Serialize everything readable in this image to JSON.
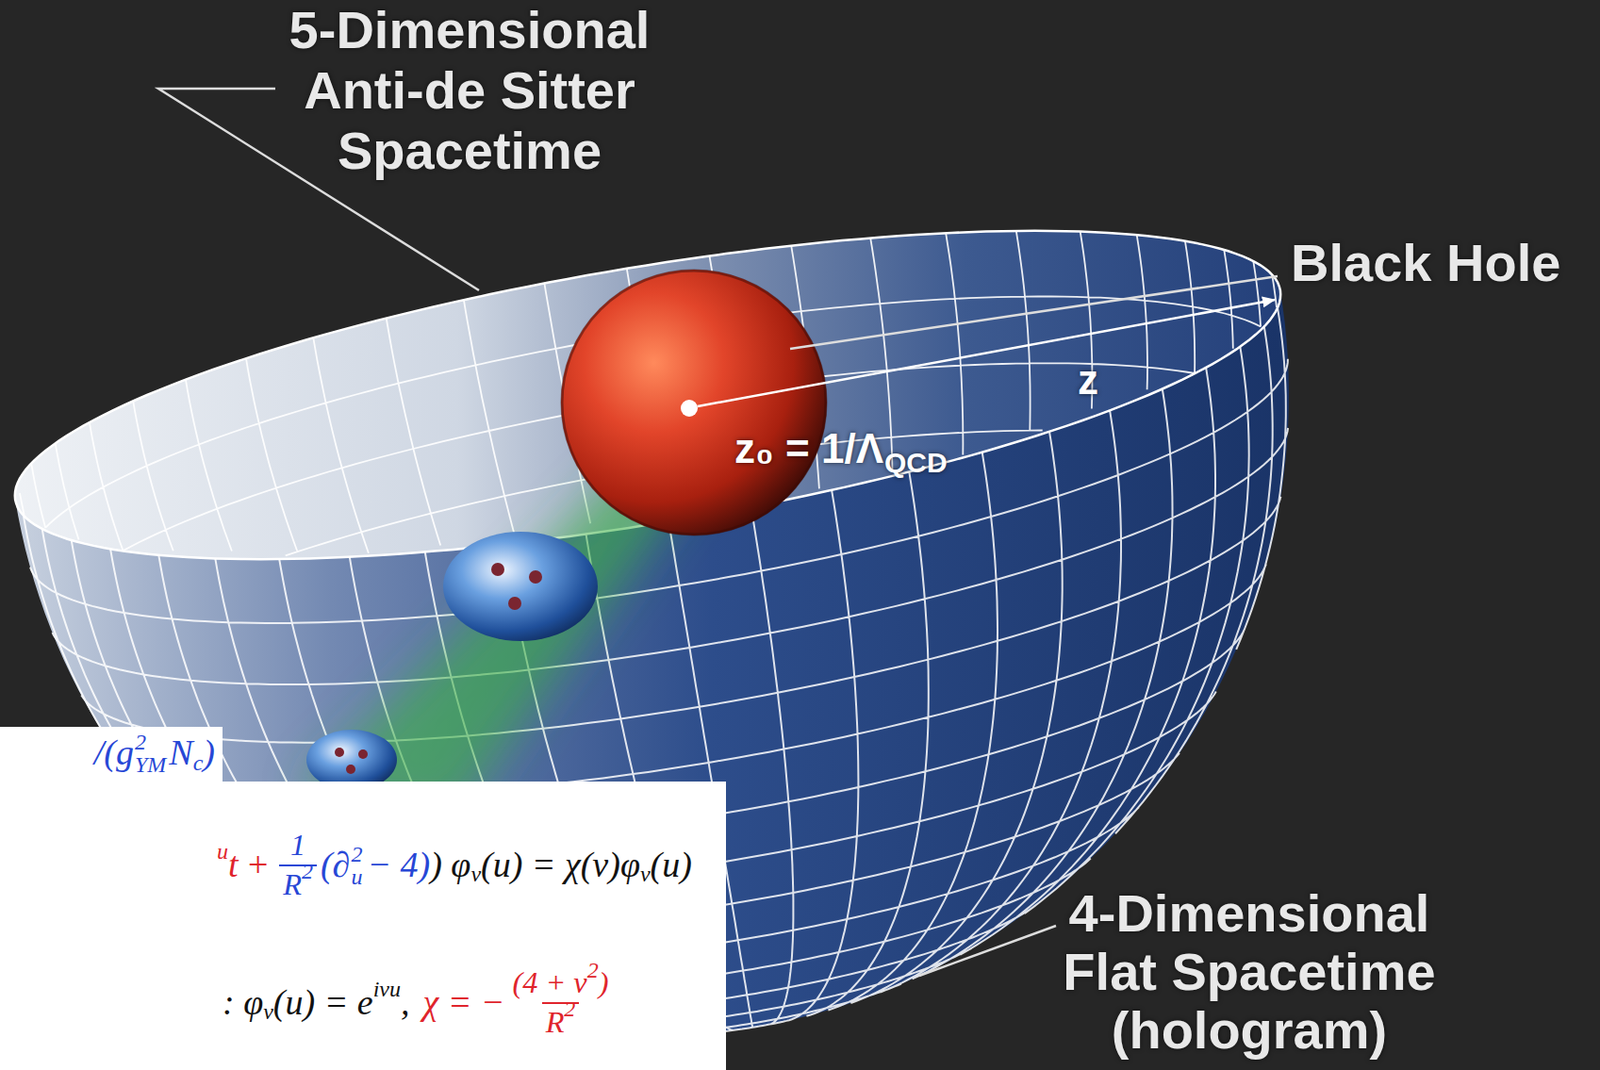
{
  "diagram": {
    "nodes": [
      {
        "text": [
          "/(g",
          "2",
          "YM",
          "N",
          "c",
          ")"
        ]
      },
      {
        "text": [
          "u",
          "t",
          "+",
          "1",
          "R",
          "2",
          "(∂",
          "2",
          "u",
          "− 4)",
          ") φ",
          "ν",
          "(u) = χ(ν)φ",
          "ν",
          "(u)",
          ": φ",
          "ν",
          "(u) = e",
          "iνu",
          ",",
          "χ = −",
          "(4 + ν",
          "2",
          ")",
          "R",
          "2"
        ]
      }
    ],
    "labels": [
      "5-Dimensional Anti-de Sitter Spacetime",
      "Black Hole",
      "z",
      "z₀ = 1/Λ",
      "QCD",
      "4-Dimensional Flat Spacetime (hologram)"
    ]
  }
}
